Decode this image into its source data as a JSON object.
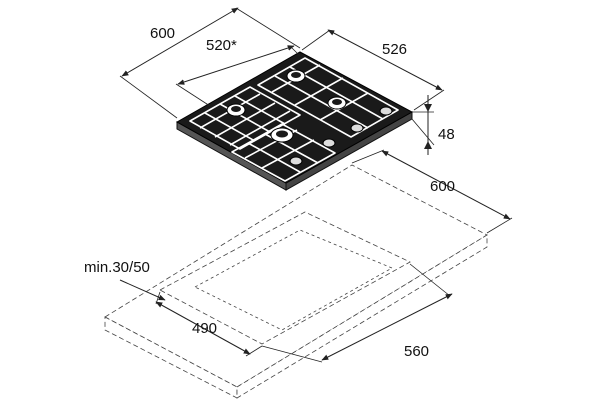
{
  "dimensions": {
    "hob_width": "600",
    "hob_width_inner": "520*",
    "hob_depth": "526",
    "hob_height": "48",
    "counter_width": "600",
    "min_thickness": "min.30/50",
    "cutout_depth": "490",
    "cutout_width": "560"
  },
  "colors": {
    "hob_top": "#1a1a1a",
    "hob_side": "#555555",
    "grate": "#ffffff",
    "line": "#222222",
    "countertop_front": "#ffffff"
  },
  "burners": [
    "burner-back",
    "burner-left",
    "burner-right",
    "burner-front"
  ],
  "knobs": [
    "knob-1",
    "knob-2",
    "knob-3",
    "knob-4"
  ]
}
